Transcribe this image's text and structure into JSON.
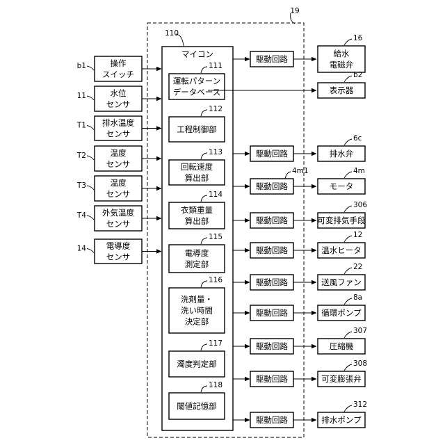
{
  "system": {
    "ref": "19"
  },
  "microcomputer": {
    "ref": "110",
    "title": "マイコン",
    "blocks": [
      {
        "ref": "111",
        "lines": [
          "運転パターン",
          "データベース"
        ]
      },
      {
        "ref": "112",
        "lines": [
          "工程制御部"
        ]
      },
      {
        "ref": "113",
        "lines": [
          "回転速度",
          "算出部"
        ]
      },
      {
        "ref": "114",
        "lines": [
          "衣類重量",
          "算出部"
        ]
      },
      {
        "ref": "115",
        "lines": [
          "電導度",
          "測定部"
        ]
      },
      {
        "ref": "116",
        "lines": [
          "洗剤量・",
          "洗い時間",
          "決定部"
        ]
      },
      {
        "ref": "117",
        "lines": [
          "濁度判定部"
        ]
      },
      {
        "ref": "118",
        "lines": [
          "閾値記憶部"
        ]
      }
    ]
  },
  "inputs": [
    {
      "ref": "b1",
      "lines": [
        "操作",
        "スイッチ"
      ]
    },
    {
      "ref": "11",
      "lines": [
        "水位",
        "センサ"
      ]
    },
    {
      "ref": "T1",
      "lines": [
        "排水温度",
        "センサ"
      ]
    },
    {
      "ref": "T2",
      "lines": [
        "温度",
        "センサ"
      ]
    },
    {
      "ref": "T3",
      "lines": [
        "温度",
        "センサ"
      ]
    },
    {
      "ref": "T4",
      "lines": [
        "外気温度",
        "センサ"
      ]
    },
    {
      "ref": "14",
      "lines": [
        "電導度",
        "センサ"
      ]
    }
  ],
  "drive_circuit_label": "駆動回路",
  "outputs": [
    {
      "ref": "16",
      "lines": [
        "給水",
        "電磁弁"
      ],
      "driver": true
    },
    {
      "ref": "b2",
      "lines": [
        "表示器"
      ],
      "driver": false
    },
    {
      "ref": "6c",
      "lines": [
        "排水弁"
      ],
      "driver": true
    },
    {
      "ref": "4m",
      "driver_ref": "4m1",
      "lines": [
        "モータ"
      ],
      "driver": true
    },
    {
      "ref": "306",
      "lines": [
        "可変排気手段"
      ],
      "driver": true
    },
    {
      "ref": "12",
      "lines": [
        "温水ヒータ"
      ],
      "driver": true
    },
    {
      "ref": "22",
      "lines": [
        "送風ファン"
      ],
      "driver": true
    },
    {
      "ref": "8a",
      "lines": [
        "循環ポンプ"
      ],
      "driver": true
    },
    {
      "ref": "307",
      "lines": [
        "圧縮機"
      ],
      "driver": true
    },
    {
      "ref": "308",
      "lines": [
        "可変膨張弁"
      ],
      "driver": true
    },
    {
      "ref": "312",
      "lines": [
        "排水ポンプ"
      ],
      "driver": true
    }
  ]
}
